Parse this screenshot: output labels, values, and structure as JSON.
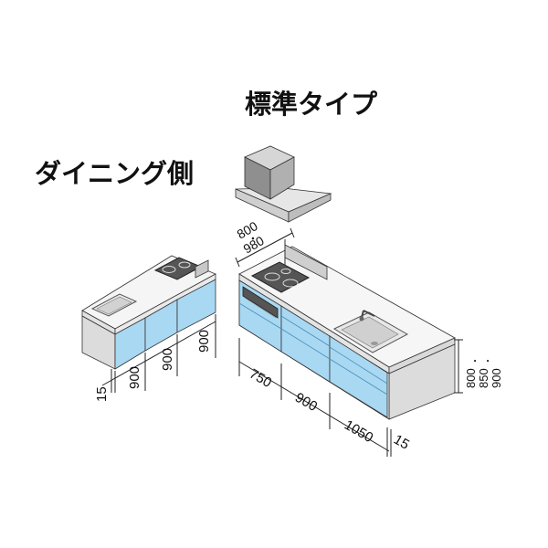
{
  "titles": {
    "standard": "標準タイプ",
    "dining": "ダイニング側"
  },
  "dimensions": {
    "dining_widths": [
      "15",
      "900",
      "900",
      "900"
    ],
    "main_widths": [
      "750",
      "900",
      "1050"
    ],
    "main_right_gap": "15",
    "depth_top": "800",
    "depth_bottom": "980",
    "depth_separator": "・",
    "heights": [
      "800",
      "850",
      "900"
    ],
    "height_separator": "・"
  },
  "colors": {
    "door_blue": "#a9d8f2",
    "door_blue_dark": "#7cc3ea",
    "countertop": "#f4f4f4",
    "side_gray": "#d9d9d9",
    "outline": "#333333"
  }
}
